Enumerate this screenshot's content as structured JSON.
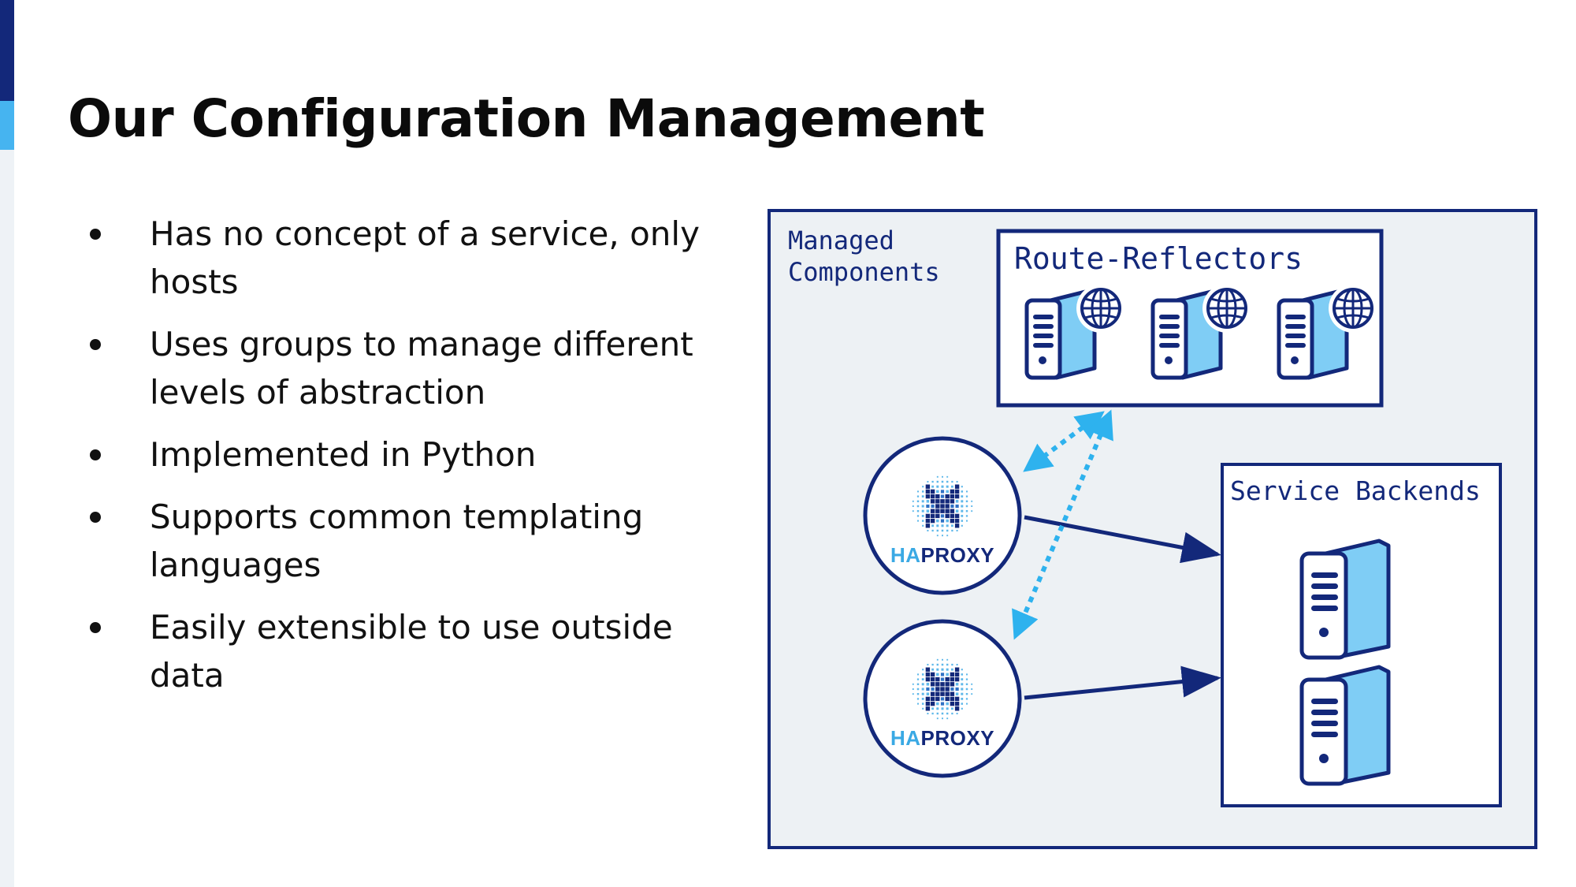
{
  "slide": {
    "title": "Our Configuration Management",
    "bullets": [
      "Has no concept of a service, only hosts",
      "Uses groups to manage different levels of abstraction",
      "Implemented in Python",
      "Supports common templating languages",
      "Easily extensible to use outside data"
    ]
  },
  "diagram": {
    "outer_label_line1": "Managed",
    "outer_label_line2": "Components",
    "route_reflectors_label": "Route-Reflectors",
    "service_backends_label": "Service Backends",
    "haproxy_label_prefix": "HA",
    "haproxy_label_suffix": "PROXY"
  },
  "colors": {
    "navy": "#13287a",
    "light_blue": "#46b4f0",
    "server_blue": "#7fcdf5",
    "panel_bg": "#edf1f4"
  },
  "icons": [
    "server-icon",
    "globe-icon",
    "haproxy-logo-icon"
  ]
}
